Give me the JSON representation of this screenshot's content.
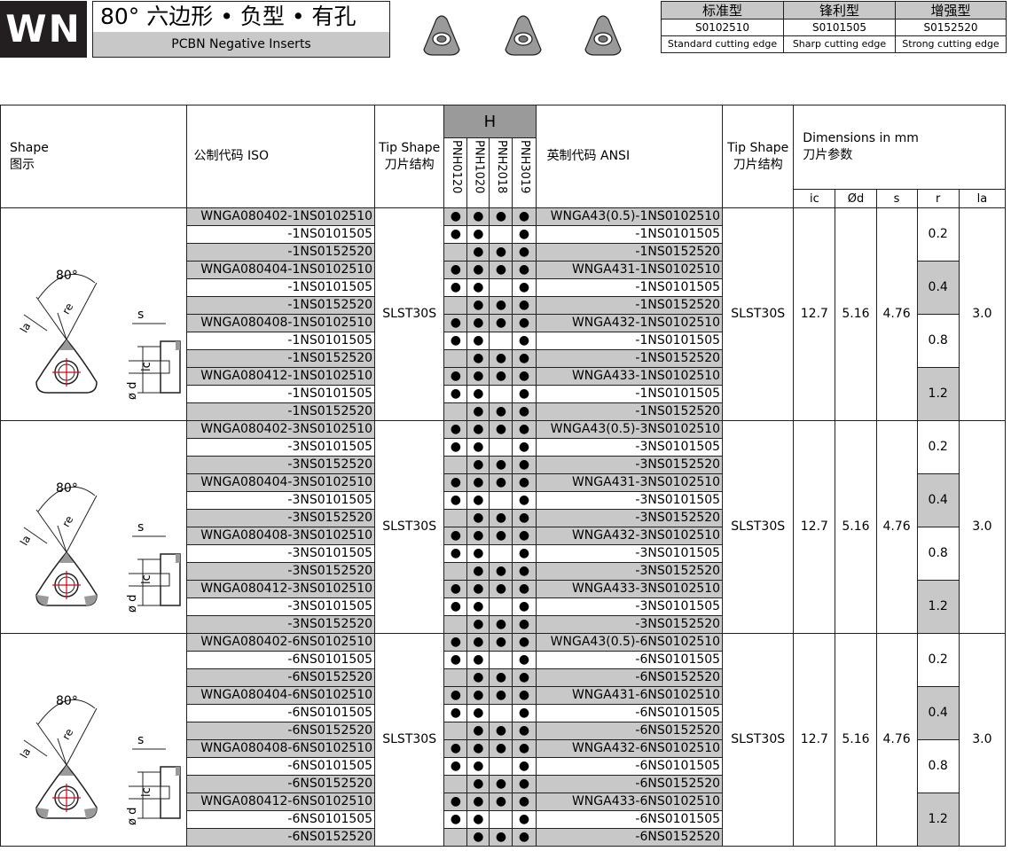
{
  "header": {
    "badge": "WN",
    "title_cn": "80°  六边形 • 负型 • 有孔",
    "title_en": "PCBN Negative Inserts",
    "edge_types": [
      {
        "cn": "标准型",
        "code": "S0102510",
        "en": "Standard cutting edge"
      },
      {
        "cn": "锋利型",
        "code": "S0101505",
        "en": "Sharp cutting edge"
      },
      {
        "cn": "增强型",
        "code": "S0152520",
        "en": "Strong cutting edge"
      }
    ]
  },
  "table_header": {
    "shape_en": "Shape",
    "shape_cn": "图示",
    "iso": "公制代码  ISO",
    "tip_en": "Tip Shape",
    "tip_cn": "刀片结构",
    "grade_group": "H",
    "grades": [
      "PNH0120",
      "PNH1020",
      "PNH2018",
      "PNH3019"
    ],
    "ansi": "英制代码  ANSI",
    "tip2_en": "Tip Shape",
    "tip2_cn": "刀片结构",
    "dims_en": "Dimensions in mm",
    "dims_cn": "刀片参数",
    "dim_cols": [
      "ic",
      "Ød",
      "s",
      "r",
      "la"
    ]
  },
  "groups": [
    {
      "tip": "SLST30S",
      "tip2": "SLST30S",
      "ic": "12.7",
      "d": "5.16",
      "s": "4.76",
      "la": "3.0",
      "r_values": [
        "0.2",
        "0.4",
        "0.8",
        "1.2"
      ],
      "rows": [
        {
          "iso": "WNGA080402-1NS0102510",
          "ansi": "WNGA43(0.5)-1NS0102510",
          "dots": [
            "●",
            "●",
            "●",
            "●"
          ]
        },
        {
          "iso": "-1NS0101505",
          "ansi": "-1NS0101505",
          "dots": [
            "●",
            "●",
            "",
            "●"
          ]
        },
        {
          "iso": "-1NS0152520",
          "ansi": "-1NS0152520",
          "dots": [
            "",
            "●",
            "●",
            "●"
          ]
        },
        {
          "iso": "WNGA080404-1NS0102510",
          "ansi": "WNGA431-1NS0102510",
          "dots": [
            "●",
            "●",
            "●",
            "●"
          ]
        },
        {
          "iso": "-1NS0101505",
          "ansi": "-1NS0101505",
          "dots": [
            "●",
            "●",
            "",
            "●"
          ]
        },
        {
          "iso": "-1NS0152520",
          "ansi": "-1NS0152520",
          "dots": [
            "",
            "●",
            "●",
            "●"
          ]
        },
        {
          "iso": "WNGA080408-1NS0102510",
          "ansi": "WNGA432-1NS0102510",
          "dots": [
            "●",
            "●",
            "●",
            "●"
          ]
        },
        {
          "iso": "-1NS0101505",
          "ansi": "-1NS0101505",
          "dots": [
            "●",
            "●",
            "",
            "●"
          ]
        },
        {
          "iso": "-1NS0152520",
          "ansi": "-1NS0152520",
          "dots": [
            "",
            "●",
            "●",
            "●"
          ]
        },
        {
          "iso": "WNGA080412-1NS0102510",
          "ansi": "WNGA433-1NS0102510",
          "dots": [
            "●",
            "●",
            "●",
            "●"
          ]
        },
        {
          "iso": "-1NS0101505",
          "ansi": "-1NS0101505",
          "dots": [
            "●",
            "●",
            "",
            "●"
          ]
        },
        {
          "iso": "-1NS0152520",
          "ansi": "-1NS0152520",
          "dots": [
            "",
            "●",
            "●",
            "●"
          ]
        }
      ]
    },
    {
      "tip": "SLST30S",
      "tip2": "SLST30S",
      "ic": "12.7",
      "d": "5.16",
      "s": "4.76",
      "la": "3.0",
      "r_values": [
        "0.2",
        "0.4",
        "0.8",
        "1.2"
      ],
      "rows": [
        {
          "iso": "WNGA080402-3NS0102510",
          "ansi": "WNGA43(0.5)-3NS0102510",
          "dots": [
            "●",
            "●",
            "●",
            "●"
          ]
        },
        {
          "iso": "-3NS0101505",
          "ansi": "-3NS0101505",
          "dots": [
            "●",
            "●",
            "",
            "●"
          ]
        },
        {
          "iso": "-3NS0152520",
          "ansi": "-3NS0152520",
          "dots": [
            "",
            "●",
            "●",
            "●"
          ]
        },
        {
          "iso": "WNGA080404-3NS0102510",
          "ansi": "WNGA431-3NS0102510",
          "dots": [
            "●",
            "●",
            "●",
            "●"
          ]
        },
        {
          "iso": "-3NS0101505",
          "ansi": "-3NS0101505",
          "dots": [
            "●",
            "●",
            "",
            "●"
          ]
        },
        {
          "iso": "-3NS0152520",
          "ansi": "-3NS0152520",
          "dots": [
            "",
            "●",
            "●",
            "●"
          ]
        },
        {
          "iso": "WNGA080408-3NS0102510",
          "ansi": "WNGA432-3NS0102510",
          "dots": [
            "●",
            "●",
            "●",
            "●"
          ]
        },
        {
          "iso": "-3NS0101505",
          "ansi": "-3NS0101505",
          "dots": [
            "●",
            "●",
            "",
            "●"
          ]
        },
        {
          "iso": "-3NS0152520",
          "ansi": "-3NS0152520",
          "dots": [
            "",
            "●",
            "●",
            "●"
          ]
        },
        {
          "iso": "WNGA080412-3NS0102510",
          "ansi": "WNGA433-3NS0102510",
          "dots": [
            "●",
            "●",
            "●",
            "●"
          ]
        },
        {
          "iso": "-3NS0101505",
          "ansi": "-3NS0101505",
          "dots": [
            "●",
            "●",
            "",
            "●"
          ]
        },
        {
          "iso": "-3NS0152520",
          "ansi": "-3NS0152520",
          "dots": [
            "",
            "●",
            "●",
            "●"
          ]
        }
      ]
    },
    {
      "tip": "SLST30S",
      "tip2": "SLST30S",
      "ic": "12.7",
      "d": "5.16",
      "s": "4.76",
      "la": "3.0",
      "r_values": [
        "0.2",
        "0.4",
        "0.8",
        "1.2"
      ],
      "rows": [
        {
          "iso": "WNGA080402-6NS0102510",
          "ansi": "WNGA43(0.5)-6NS0102510",
          "dots": [
            "●",
            "●",
            "●",
            "●"
          ]
        },
        {
          "iso": "-6NS0101505",
          "ansi": "-6NS0101505",
          "dots": [
            "●",
            "●",
            "",
            "●"
          ]
        },
        {
          "iso": "-6NS0152520",
          "ansi": "-6NS0152520",
          "dots": [
            "",
            "●",
            "●",
            "●"
          ]
        },
        {
          "iso": "WNGA080404-6NS0102510",
          "ansi": "WNGA431-6NS0102510",
          "dots": [
            "●",
            "●",
            "●",
            "●"
          ]
        },
        {
          "iso": "-6NS0101505",
          "ansi": "-6NS0101505",
          "dots": [
            "●",
            "●",
            "",
            "●"
          ]
        },
        {
          "iso": "-6NS0152520",
          "ansi": "-6NS0152520",
          "dots": [
            "",
            "●",
            "●",
            "●"
          ]
        },
        {
          "iso": "WNGA080408-6NS0102510",
          "ansi": "WNGA432-6NS0102510",
          "dots": [
            "●",
            "●",
            "●",
            "●"
          ]
        },
        {
          "iso": "-6NS0101505",
          "ansi": "-6NS0101505",
          "dots": [
            "●",
            "●",
            "",
            "●"
          ]
        },
        {
          "iso": "-6NS0152520",
          "ansi": "-6NS0152520",
          "dots": [
            "",
            "●",
            "●",
            "●"
          ]
        },
        {
          "iso": "WNGA080412-6NS0102510",
          "ansi": "WNGA433-6NS0102510",
          "dots": [
            "●",
            "●",
            "●",
            "●"
          ]
        },
        {
          "iso": "-6NS0101505",
          "ansi": "-6NS0101505",
          "dots": [
            "●",
            "●",
            "",
            "●"
          ]
        },
        {
          "iso": "-6NS0152520",
          "ansi": "-6NS0152520",
          "dots": [
            "",
            "●",
            "●",
            "●"
          ]
        }
      ]
    }
  ],
  "drawing_labels": {
    "angle": "80°",
    "la": "la",
    "re": "re",
    "s": "s",
    "ic": "ic",
    "d": "ø d"
  },
  "colors": {
    "grey_row": "#c8c8c8",
    "dark": "#231f20",
    "insert_grey": "#9a9a9a",
    "hole_red": "#e0001b"
  }
}
